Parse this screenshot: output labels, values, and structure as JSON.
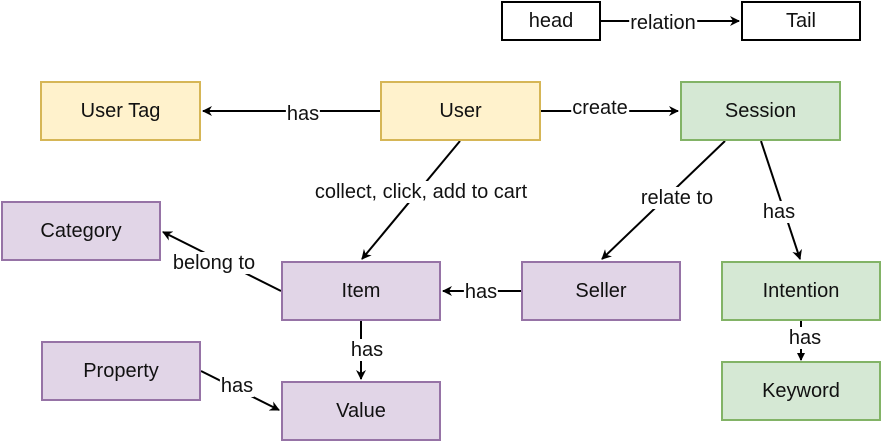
{
  "legend": {
    "head": "head",
    "relation": "relation",
    "tail": "Tail"
  },
  "nodes": {
    "user_tag": "User Tag",
    "user": "User",
    "session": "Session",
    "category": "Category",
    "item": "Item",
    "seller": "Seller",
    "intention": "Intention",
    "property": "Property",
    "value": "Value",
    "keyword": "Keyword"
  },
  "edges": {
    "user_has_tag": "has",
    "user_create_session": "create",
    "user_item": "collect, click, add to cart",
    "session_seller": "relate to",
    "session_intention": "has",
    "seller_item": "has",
    "item_category": "belong to",
    "item_value": "has",
    "intention_keyword": "has",
    "property_value": "has"
  },
  "colors": {
    "user_fill": "#fff2cc",
    "user_stroke": "#d6b656",
    "session_fill": "#d5e8d4",
    "session_stroke": "#82b366",
    "item_fill": "#e1d5e7",
    "item_stroke": "#9673a6"
  }
}
